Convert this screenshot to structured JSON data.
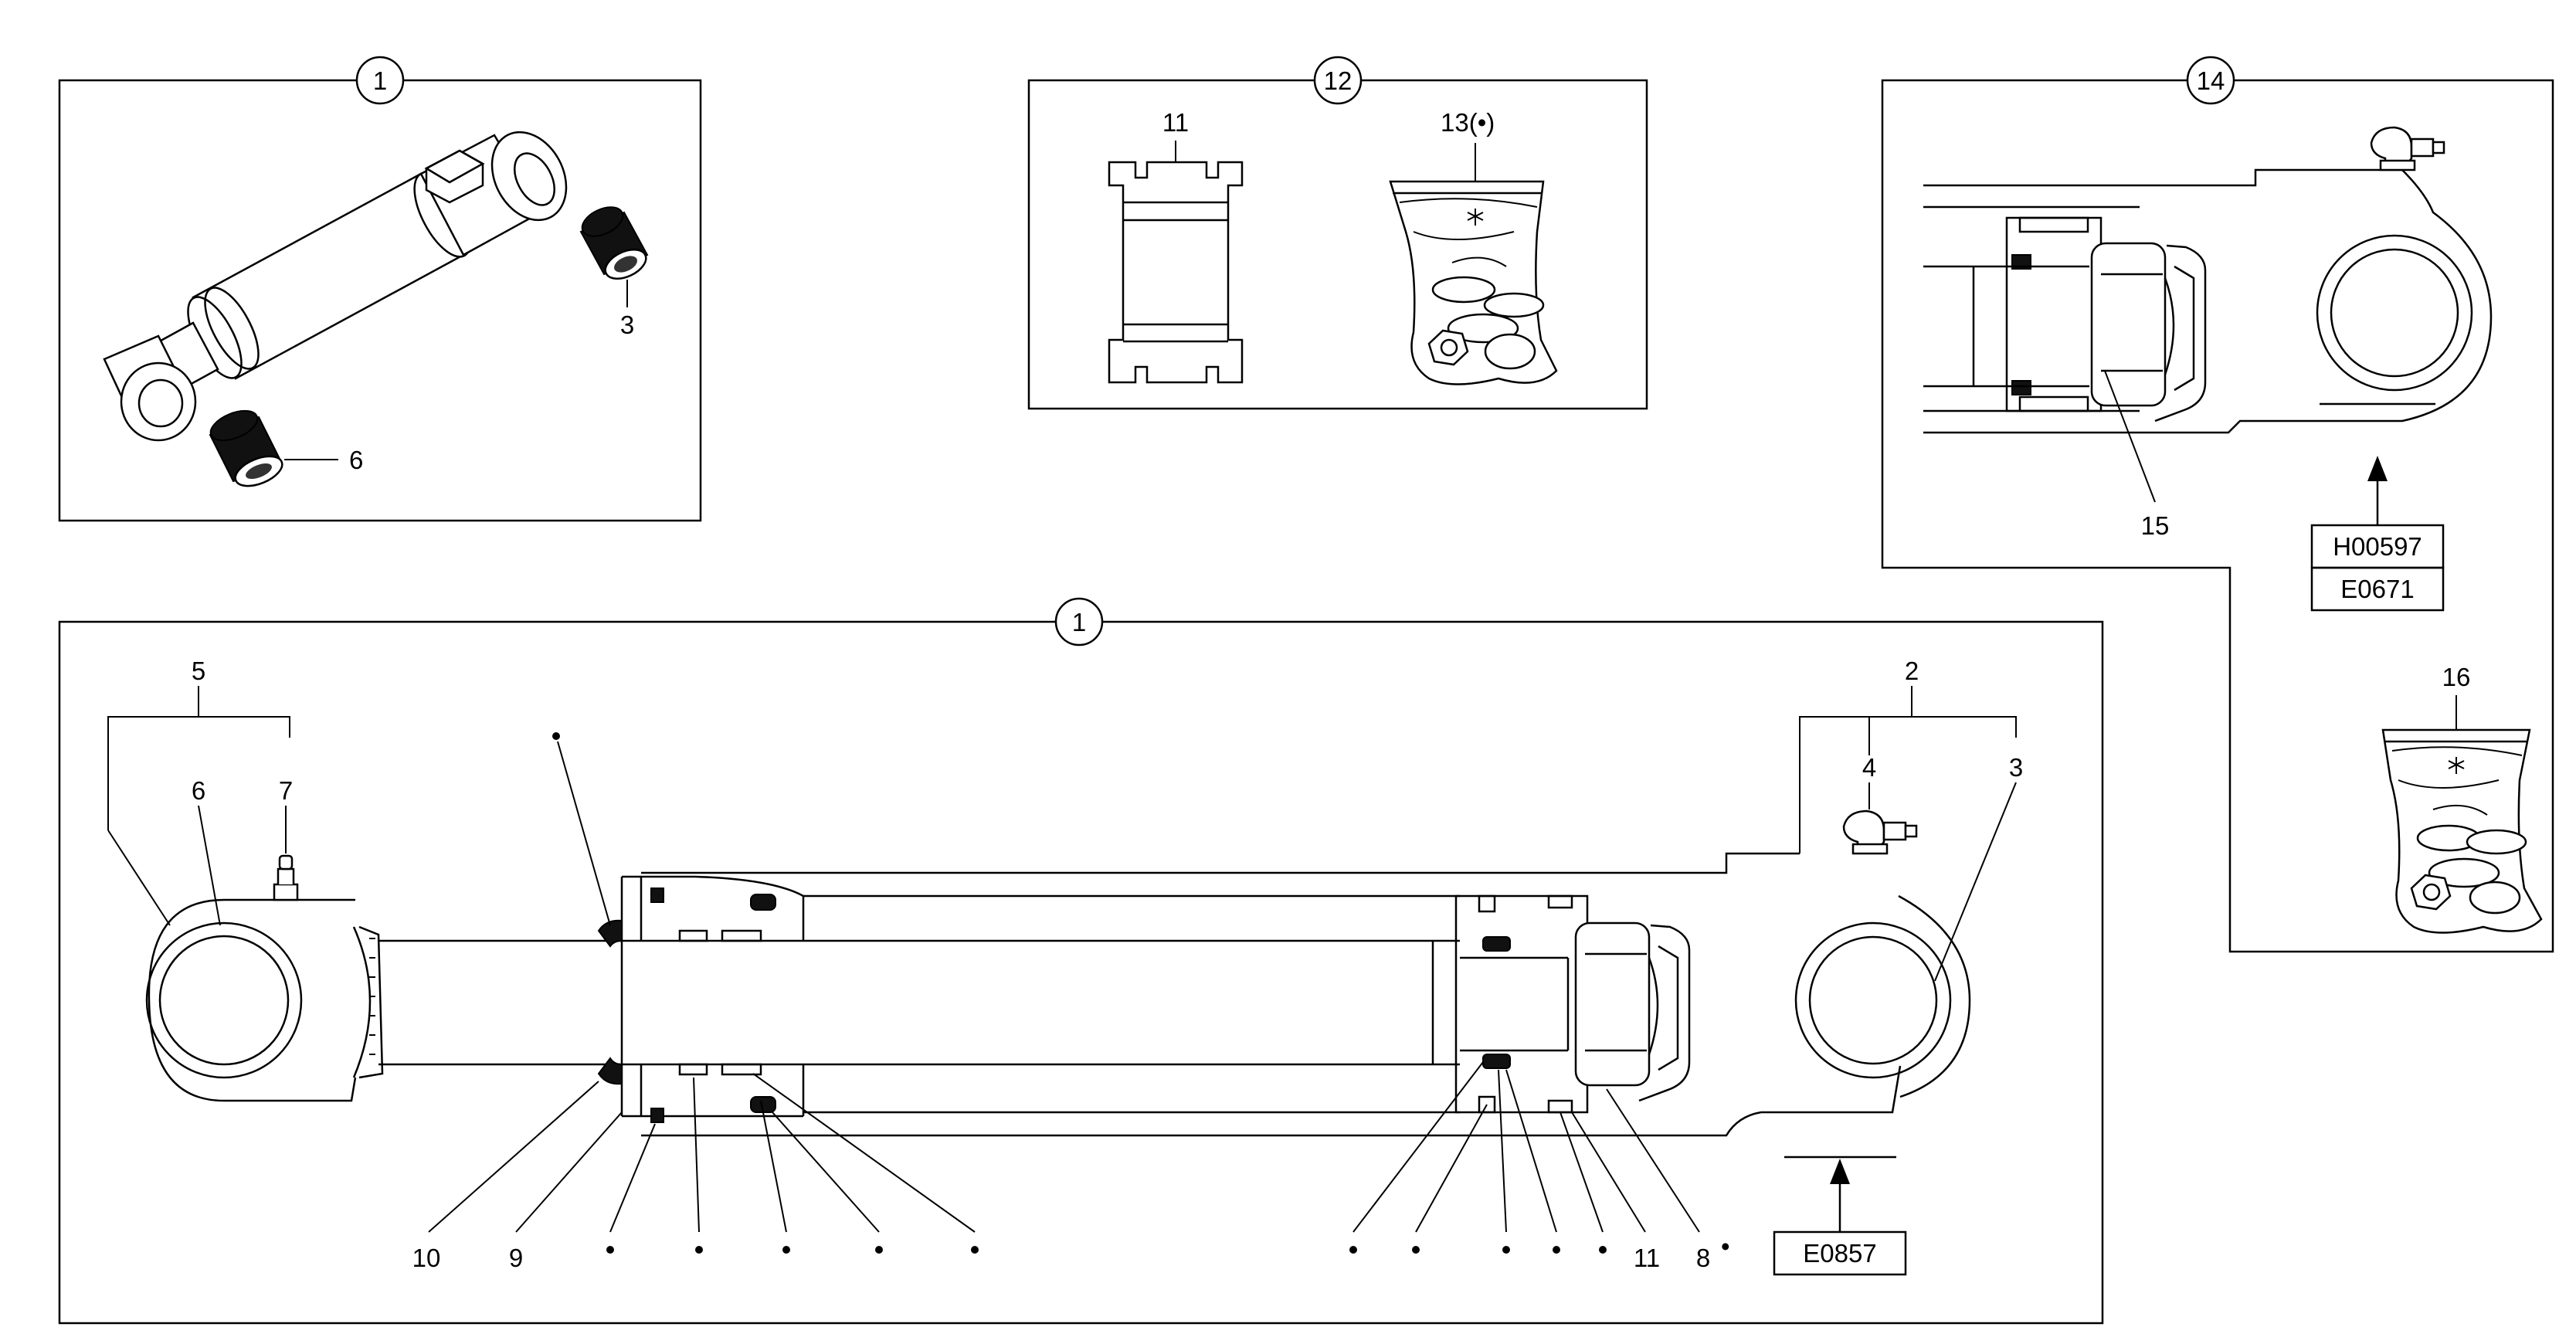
{
  "callouts": {
    "top_left_panel": "1",
    "kit_panel": "12",
    "detail_panel": "14",
    "main_panel": "1"
  },
  "labels": {
    "p1_bushing_a": "3",
    "p1_bushing_b": "6",
    "kit_guide_ring": "11",
    "kit_bag": "13(•)",
    "detail_nut": "15",
    "detail_bag": "16",
    "main_group_head": "5",
    "main_bushing": "6",
    "main_fitting": "7",
    "main_group_rod": "2",
    "main_fitting_rod": "4",
    "main_eye_bushing": "3",
    "main_wiper": "10",
    "main_gland": "9",
    "main_ring": "11",
    "main_nut": "8"
  },
  "references": {
    "detail_ref_1": "H00597",
    "detail_ref_2": "E0671",
    "main_ref": "E0857"
  },
  "marks": {
    "kit_dot": "•"
  }
}
